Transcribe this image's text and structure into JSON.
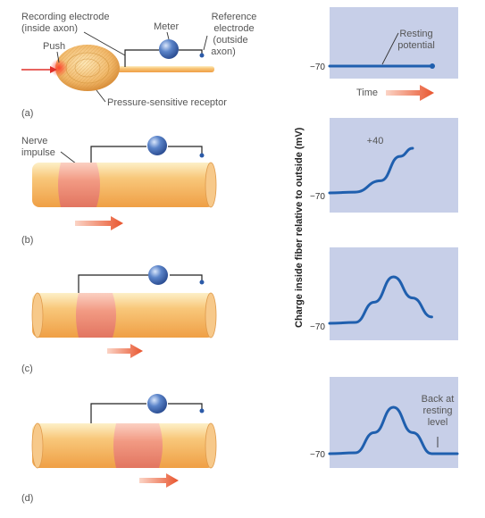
{
  "colors": {
    "axon_body": "#f5b96a",
    "axon_top": "#fde3a8",
    "impulse": "#ee8a78",
    "impulse_light": "#f6b7a6",
    "arrow": "#e8542d",
    "meter": "#3f66b0",
    "graph_bg": "#c7cfe8",
    "trace": "#1f5fae",
    "push_arrow": "#e0302a"
  },
  "icons": [
    "meter-sphere-icon",
    "direction-arrow-icon",
    "push-arrow-icon"
  ],
  "labels": {
    "recording_electrode": [
      "Recording electrode",
      "(inside axon)"
    ],
    "meter": "Meter",
    "reference_electrode": [
      "Reference",
      "electrode",
      "(outside",
      "axon)"
    ],
    "push": "Push",
    "receptor": "Pressure-sensitive receptor",
    "nerve_impulse": [
      "Nerve",
      "impulse"
    ]
  },
  "panels": [
    "(a)",
    "(b)",
    "(c)",
    "(d)"
  ],
  "chart_data": {
    "type": "line",
    "ylabel": "Charge inside fiber relative to outside (mV)",
    "xlabel": "Time",
    "graphs": [
      {
        "panel": "(a)",
        "y_tick": "−70",
        "annotation": [
          "Resting",
          "potential"
        ],
        "x": [
          0,
          1
        ],
        "y": [
          -70,
          -70
        ]
      },
      {
        "panel": "(b)",
        "y_tick": "−70",
        "peak_label": "+40",
        "x": [
          0,
          0.2,
          0.4,
          0.55,
          0.65
        ],
        "y": [
          -70,
          -68,
          -40,
          20,
          40
        ]
      },
      {
        "panel": "(c)",
        "y_tick": "−70",
        "x": [
          0,
          0.2,
          0.35,
          0.5,
          0.65,
          0.8
        ],
        "y": [
          -70,
          -68,
          -20,
          40,
          -10,
          -55
        ]
      },
      {
        "panel": "(d)",
        "y_tick": "−70",
        "annotation": [
          "Back at",
          "resting",
          "level"
        ],
        "x": [
          0,
          0.2,
          0.35,
          0.5,
          0.65,
          0.8,
          1
        ],
        "y": [
          -70,
          -68,
          -20,
          40,
          -20,
          -70,
          -70
        ]
      }
    ]
  }
}
